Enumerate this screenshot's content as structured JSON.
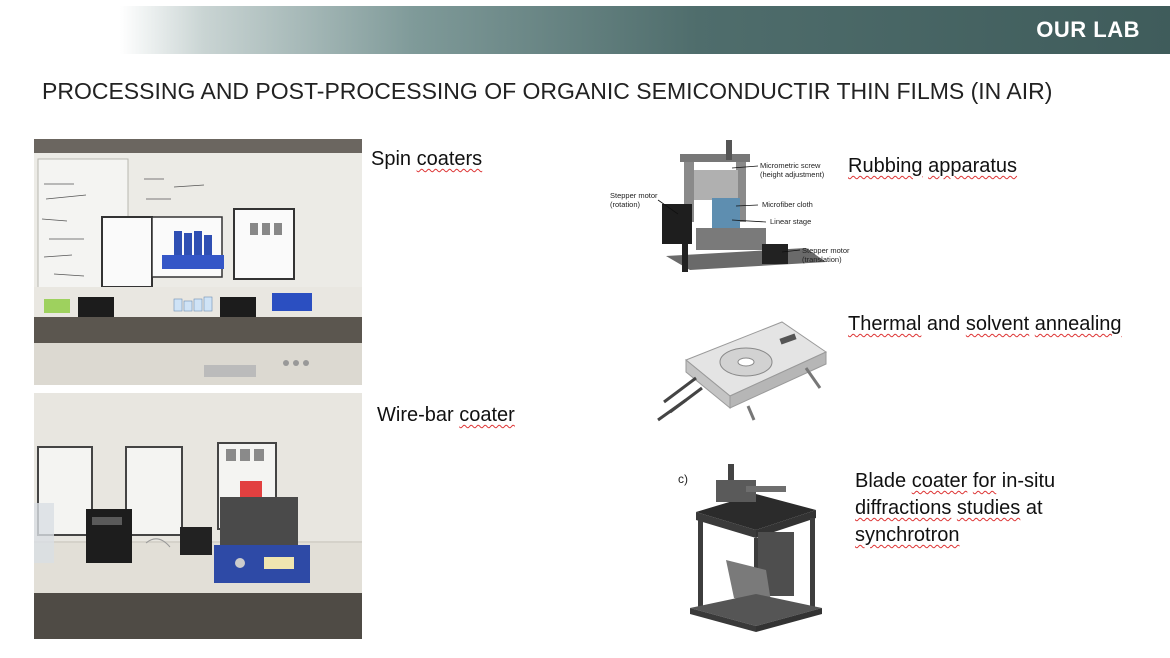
{
  "header": {
    "title": "OUR LAB"
  },
  "slide": {
    "title": "PROCESSING AND POST-PROCESSING OF ORGANIC SEMICONDUCTIR THIN FILMS (IN AIR)"
  },
  "captions": {
    "spin": {
      "word1": "Spin",
      "word2": "coaters"
    },
    "wirebar": {
      "word1": "Wire-bar",
      "word2": "coater"
    },
    "rubbing": {
      "word1": "Rubbing",
      "word2": "apparatus"
    },
    "thermal": {
      "word1": "Thermal",
      "word2": "and",
      "word3": "solvent",
      "word4": "annealing"
    },
    "blade": {
      "line1a": "Blade",
      "line1b": "coater",
      "line1c": "for",
      "line1d": "in-situ",
      "line2a": "diffractions",
      "line2b": "studies",
      "line2c": "at",
      "line3": "synchrotron"
    }
  },
  "rubbing_labels": {
    "micrometric": "Micrometric screw",
    "height": "(height adjustment)",
    "stepper_rot": "Stepper motor",
    "rotation": "(rotation)",
    "microfiber": "Microfiber cloth",
    "linear": "Linear stage",
    "stepper_tr": "Stepper motor",
    "translation": "(translation)"
  },
  "blade_panel_label": "c)",
  "icons": [
    "photo-spin-coaters",
    "photo-wire-bar-coater",
    "rubbing-apparatus-illustration",
    "annealing-stage-illustration",
    "blade-coater-illustration"
  ]
}
